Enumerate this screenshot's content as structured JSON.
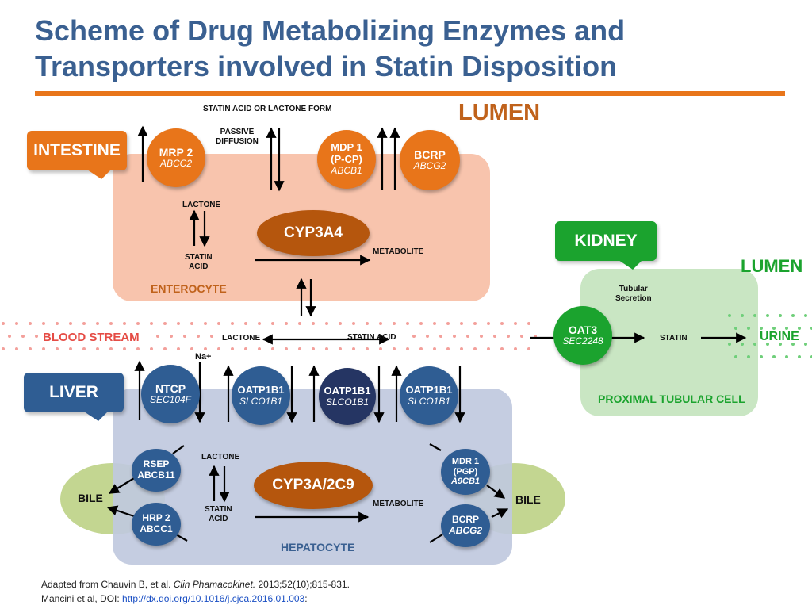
{
  "title": {
    "line1": "Scheme of Drug Metabolizing Enzymes and",
    "line2": "Transporters involved in Statin Disposition"
  },
  "colors": {
    "title": "#3a6091",
    "orange": "#e8751a",
    "lumen_text": "#c0621b",
    "enterocyte_bg": "#f8c4ad",
    "hepatocyte_bg": "#c0c9de",
    "kidney_cell_bg": "#c9e6c3",
    "bile_bg": "#b9cf7e",
    "green": "#1ba32e",
    "liver_tag": "#2f5d93",
    "blood_red": "#e54c45",
    "cyp_brown": "#b5560d"
  },
  "labels": {
    "statin_form": "STATIN ACID OR LACTONE FORM",
    "passive_line1": "PASSIVE",
    "passive_line2": "DIFFUSION",
    "lumen_top": "LUMEN",
    "intestine": "INTESTINE",
    "lactone_top": "LACTONE",
    "statin_acid_top_line1": "STATIN",
    "statin_acid_top_line2": "ACID",
    "metabolite_top": "METABOLITE",
    "enterocyte": "ENTEROCYTE",
    "kidney": "KIDNEY",
    "lumen_right": "LUMEN",
    "tubular_line1": "Tubular",
    "tubular_line2": "Secretion",
    "blood_stream": "BLOOD STREAM",
    "lactone_mid": "LACTONE",
    "statin_acid_mid": "STATIN ACID",
    "statin_kidney": "STATIN",
    "urine": "URINE",
    "na_plus": "Na+",
    "liver": "LIVER",
    "proximal": "PROXIMAL TUBULAR CELL",
    "lactone_bottom": "LACTONE",
    "statin_acid_bottom_line1": "STATIN",
    "statin_acid_bottom_line2": "ACID",
    "metabolite_bottom": "METABOLITE",
    "hepatocyte": "HEPATOCYTE",
    "bile_left": "BILE",
    "bile_right": "BILE"
  },
  "enzymes": {
    "cyp3a4": "CYP3A4",
    "cyp3a_2c9": "CYP3A/2C9"
  },
  "transporters": {
    "mrp2": {
      "name": "MRP 2",
      "gene": "ABCC2"
    },
    "mdp1": {
      "name_line1": "MDP 1",
      "name_line2": "(P-CP)",
      "gene": "ABCB1"
    },
    "bcrp_top": {
      "name": "BCRP",
      "gene": "ABCG2"
    },
    "oat3": {
      "name": "OAT3",
      "gene": "SEC2248"
    },
    "ntcp": {
      "name": "NTCP",
      "gene": "SEC104F"
    },
    "oatp1": {
      "name": "OATP1B1",
      "gene": "SLCO1B1"
    },
    "oatp2": {
      "name": "OATP1B1",
      "gene": "SLCO1B1"
    },
    "oatp3": {
      "name": "OATP1B1",
      "gene": "SLCO1B1"
    },
    "rsep": {
      "name_line1": "RSEP",
      "name_line2": "ABCB11"
    },
    "hrp2": {
      "name_line1": "HRP 2",
      "name_line2": "ABCC1"
    },
    "mdr1": {
      "name_line1": "MDR 1",
      "name_line2": "(PGP)",
      "gene": "A9CB1"
    },
    "bcrp_bottom": {
      "name": "BCRP",
      "gene": "ABCG2"
    }
  },
  "footer": {
    "line1_prefix": "Adapted from Chauvin B, et al. ",
    "line1_journal": "Clin Phamacokinet.",
    "line1_suffix": " 2013;52(10);815-831.",
    "line2_prefix": "Mancini et al, DOI: ",
    "line2_link": "http://dx.doi.org/10.1016/j.cjca.2016.01.003",
    "line2_suffix": ":"
  }
}
